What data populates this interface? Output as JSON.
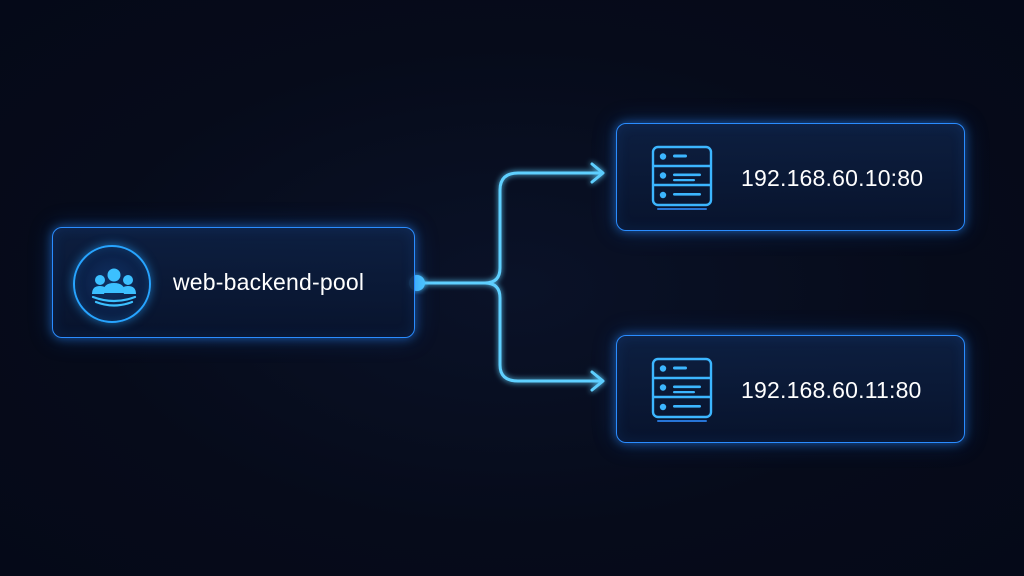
{
  "diagram": {
    "source": {
      "label": "web-backend-pool",
      "icon": "users-group-icon"
    },
    "targets": [
      {
        "label": "192.168.60.10:80",
        "icon": "server-icon"
      },
      {
        "label": "192.168.60.11:80",
        "icon": "server-icon"
      }
    ],
    "colors": {
      "background": "#060b1a",
      "accent": "#2a8cff",
      "connector": "#5fd0ff",
      "text": "#ffffff"
    }
  }
}
